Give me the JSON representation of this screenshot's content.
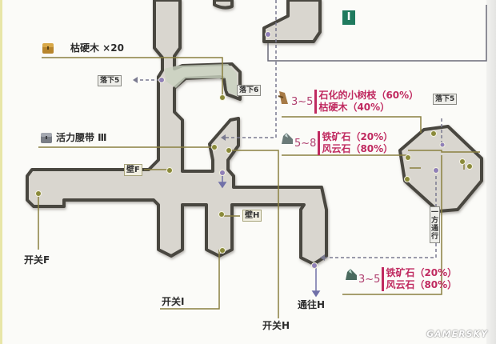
{
  "map": {
    "area_badge": "I",
    "colors": {
      "corridor_fill": "#d9d6cf",
      "corridor_edge": "#4a4640",
      "highlight_fill": "#c9d2bf",
      "leader_line": "#8a8040",
      "marker": "#8a8a3a",
      "warp_marker": "#9080b8",
      "drop_text": "#c02a60",
      "badge_bg": "#1f7a5e"
    }
  },
  "items": [
    {
      "icon": "treasure-chest-gold-icon",
      "label": "枯硬木 ×20"
    },
    {
      "icon": "treasure-chest-silver-icon",
      "label": "活力腰带 Ⅲ"
    }
  ],
  "fall_tags": {
    "fall5_left": "落下5",
    "fall6": "落下6",
    "fall5_right": "落下5"
  },
  "one_way": "一方通行",
  "walls": {
    "wall_f": "壁F",
    "wall_h": "壁H"
  },
  "switches": {
    "switch_f": "开关F",
    "switch_i": "开关I",
    "switch_h": "开关H"
  },
  "exits": {
    "to_h": "通往H"
  },
  "gather_points": [
    {
      "icon": "wood-icon",
      "count": "3~5",
      "lines": [
        "石化的小树枝（60%）",
        "枯硬木（40%）"
      ]
    },
    {
      "icon": "ore-icon",
      "count": "5~8",
      "lines": [
        "铁矿石（20%）",
        "风云石（80%）"
      ]
    },
    {
      "icon": "ore-icon",
      "count": "3~5",
      "lines": [
        "铁矿石（20%）",
        "风云石（80%）"
      ]
    }
  ],
  "watermark": "GAMERSKY"
}
